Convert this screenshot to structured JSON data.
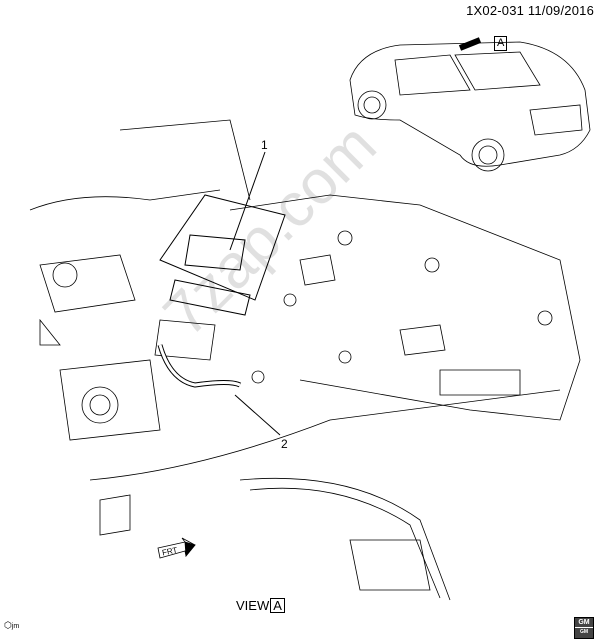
{
  "header": {
    "doc_id": "1X02-031  11/09/2016"
  },
  "callouts": [
    {
      "label": "1"
    },
    {
      "label": "2"
    }
  ],
  "view_label": {
    "text": "VIEW",
    "ref": "A"
  },
  "car_view_ref": "A",
  "front_indicator": "FRT",
  "watermark": "7zap.com",
  "logo": {
    "top": "GM",
    "bottom": "GM"
  },
  "corner_icon": "jm"
}
